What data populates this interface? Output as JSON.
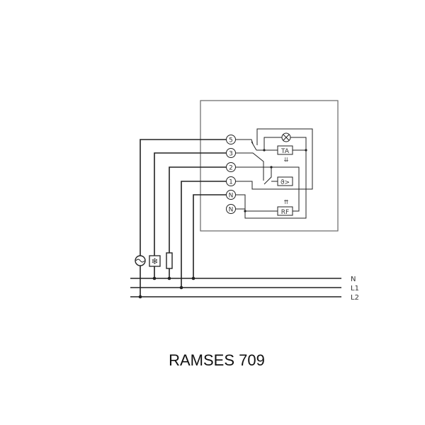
{
  "title": "RAMSES 709",
  "terminals": [
    "5",
    "3",
    "2",
    "1",
    "N",
    "N"
  ],
  "bus_labels": [
    "N",
    "L1",
    "L2"
  ],
  "components": {
    "timer": "TA",
    "thermostat": "ϑ>",
    "reduction": "RF"
  },
  "colors": {
    "line": "#222222",
    "frame": "#666666"
  }
}
